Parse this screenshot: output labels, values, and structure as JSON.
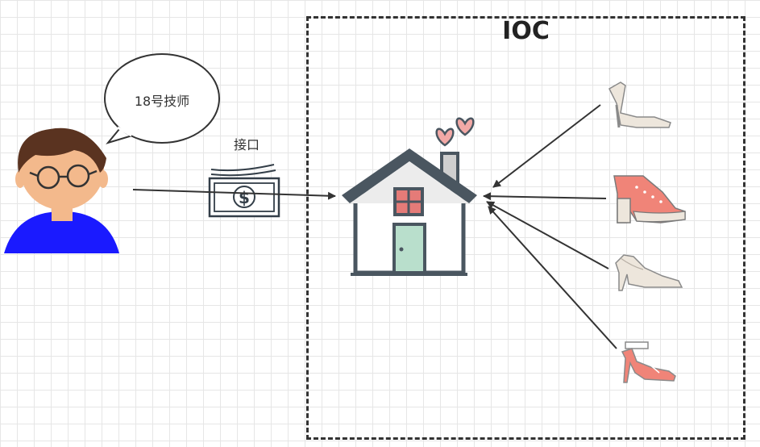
{
  "diagram": {
    "container_title": "IOC",
    "speech_bubble_text": "18号技师",
    "interface_label": "接口",
    "money_symbol": "$"
  },
  "colors": {
    "person_shirt": "#1a1aff",
    "house_roof": "#4a5660",
    "house_door": "#b9dfcc",
    "hearts": "#f2a9a6",
    "shoe_red": "#f08478",
    "shoe_beige": "#ede6dc"
  }
}
